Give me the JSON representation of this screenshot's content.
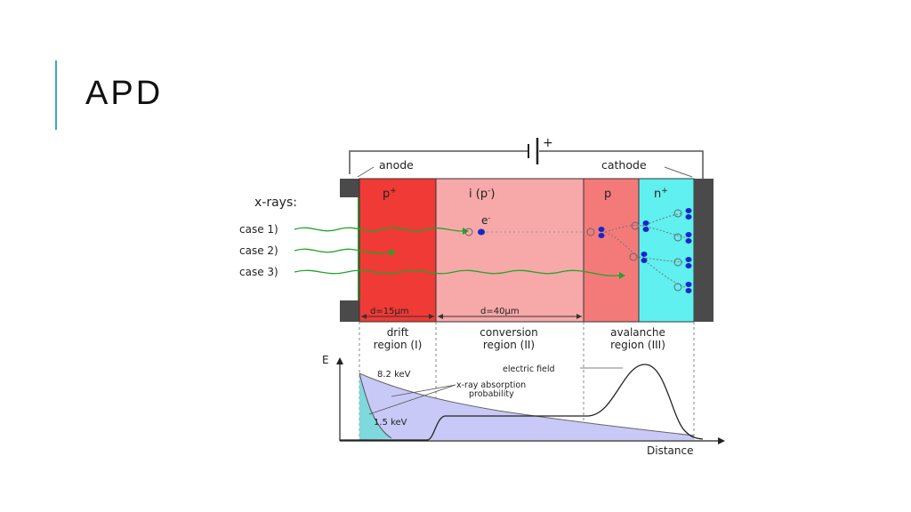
{
  "slide": {
    "title": "APD"
  },
  "diagram": {
    "battery_sign": "+",
    "anode": "anode",
    "cathode": "cathode",
    "xrays": "x-rays:",
    "cases": [
      "case 1)",
      "case 2)",
      "case 3)"
    ],
    "layers": {
      "p_plus": "p",
      "p_plus_sup": "+",
      "i_layer": "i (p",
      "i_layer_sup": "-",
      "i_layer_close": ")",
      "p": "p",
      "n_plus": "n",
      "n_plus_sup": "+"
    },
    "electron_label": "e",
    "electron_sup": "-",
    "dim_drift": "d=15μm",
    "dim_conversion": "d=40μm",
    "regions": {
      "drift": [
        "drift",
        "region (I)"
      ],
      "conversion": [
        "conversion",
        "region (II)"
      ],
      "avalanche": [
        "avalanche",
        "region (III)"
      ]
    },
    "colors": {
      "p_plus": "#f03a36",
      "i_layer": "#f7a8a8",
      "p": "#f47a7a",
      "n_plus": "#5ff0ef",
      "electrode": "#4a4a4a",
      "xray": "#22a32a",
      "electron": "#1428c8",
      "field_fill": "#c9c9f7",
      "cyan_fill": "#7fd8dc"
    }
  },
  "plot": {
    "y_axis": "E",
    "x_axis": "Distance",
    "label_8kev": "8.2 keV",
    "label_15kev": "1.5 keV",
    "absorption": [
      "x-ray absorption",
      "probability"
    ],
    "field": "electric field"
  }
}
